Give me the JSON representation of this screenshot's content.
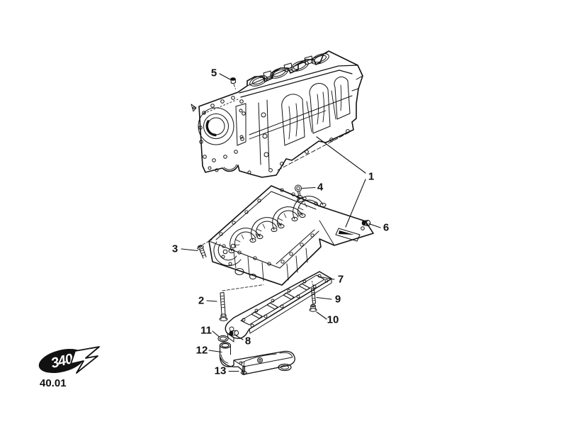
{
  "page": {
    "code": "40.01",
    "logo_text": "340"
  },
  "diagram": {
    "callouts": [
      {
        "number": "1"
      },
      {
        "number": "2"
      },
      {
        "number": "3"
      },
      {
        "number": "4"
      },
      {
        "number": "5"
      },
      {
        "number": "6"
      },
      {
        "number": "7"
      },
      {
        "number": "8"
      },
      {
        "number": "9"
      },
      {
        "number": "10"
      },
      {
        "number": "11"
      },
      {
        "number": "12"
      },
      {
        "number": "13"
      }
    ]
  }
}
